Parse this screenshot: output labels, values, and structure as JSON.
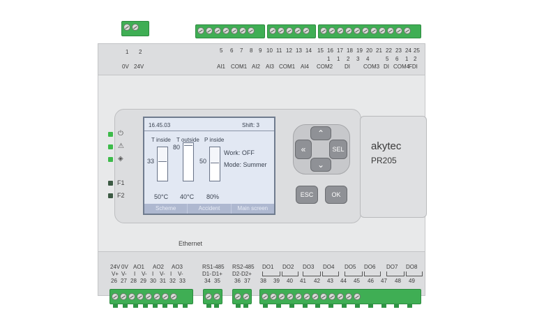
{
  "top_block_left": {
    "numbers": [
      "1",
      "2"
    ],
    "labels": [
      "0V",
      "24V"
    ]
  },
  "top_numbers": [
    "5",
    "6",
    "7",
    "8",
    "9",
    "10",
    "11",
    "12",
    "13",
    "14",
    "15",
    "16",
    "17",
    "18",
    "19",
    "20",
    "21",
    "22",
    "23",
    "24",
    "25"
  ],
  "top_sub_numbers": [
    "1",
    "1",
    "2",
    "3",
    "4",
    "5",
    "6",
    "1",
    "2"
  ],
  "top_labels": [
    "AI1",
    "COM1",
    "AI2",
    "AI3",
    "COM1",
    "AI4",
    "COM2",
    "DI",
    "COM3",
    "DI",
    "COM4",
    "FDI"
  ],
  "leds": [
    {
      "color": "#3dbb4a",
      "icon": "power-icon"
    },
    {
      "color": "#3dbb4a",
      "icon": "warning-icon"
    },
    {
      "color": "#3dbb4a",
      "icon": "diamond-icon"
    },
    {
      "color": "#3d5a44",
      "label": "F1"
    },
    {
      "color": "#3d5a44",
      "label": "F2"
    }
  ],
  "lcd": {
    "time": "16.45.03",
    "shift": "Shift: 3",
    "bars": [
      {
        "label": "T inside",
        "value": "33",
        "bottom": "50°C",
        "level": 0.55
      },
      {
        "label": "T outside",
        "value": "80",
        "bottom": "40°C",
        "level": 0.92
      },
      {
        "label": "P inside",
        "value": "50",
        "bottom": "80%",
        "level": 0.52
      }
    ],
    "work": "Work: OFF",
    "mode": "Mode: Summer",
    "menu": [
      "Scheme",
      "Accident",
      "Main screen"
    ]
  },
  "keys": {
    "up": "⌃",
    "down": "⌄",
    "left": "«",
    "sel": "SEL",
    "esc": "ESC",
    "ok": "OK"
  },
  "brand": {
    "name": "akytec",
    "model": "PR205"
  },
  "ethernet": "Ethernet",
  "bottom_labels": [
    "24V",
    "0V",
    "AO1",
    "AO2",
    "AO3",
    "RS1-485",
    "RS2-485",
    "DO1",
    "DO2",
    "DO3",
    "DO4",
    "DO5",
    "DO6",
    "DO7",
    "DO8"
  ],
  "bottom_sub": [
    "V+",
    "V-",
    "I",
    "V-",
    "I",
    "V-",
    "I",
    "V-",
    "D1-",
    "D1+",
    "D2-",
    "D2+"
  ],
  "bottom_numbers": [
    "26",
    "27",
    "28",
    "29",
    "30",
    "31",
    "32",
    "33",
    "34",
    "35",
    "36",
    "37",
    "38",
    "39",
    "40",
    "41",
    "42",
    "43",
    "44",
    "45",
    "46",
    "47",
    "48",
    "49"
  ]
}
